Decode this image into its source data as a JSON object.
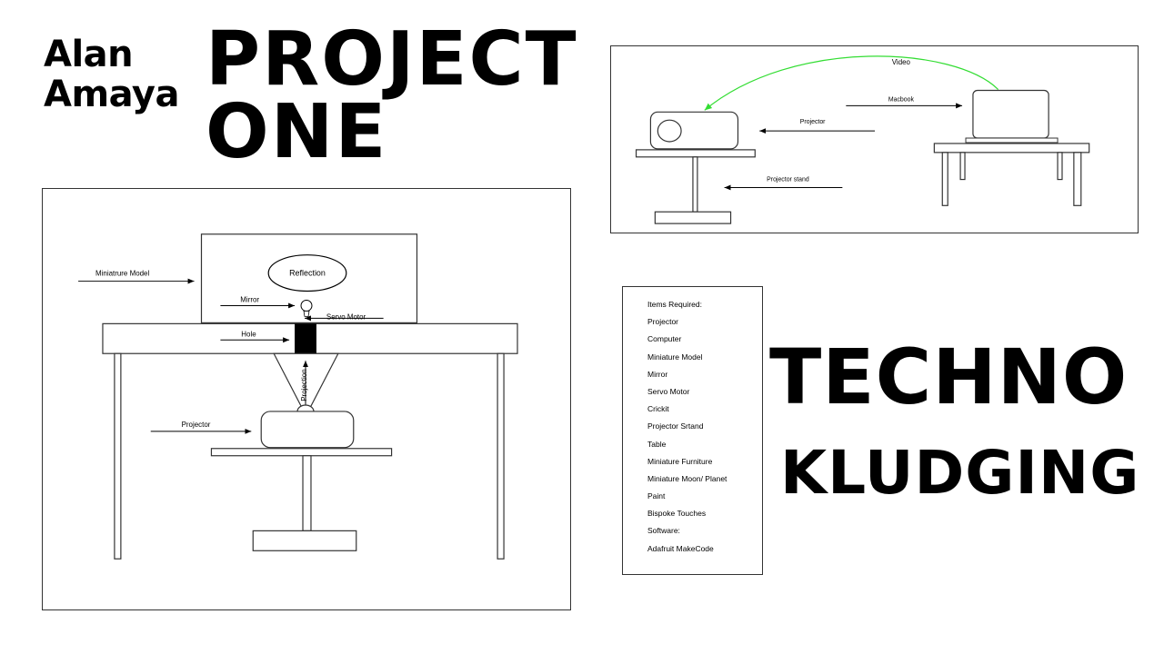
{
  "author": {
    "first": "Alan",
    "last": "Amaya"
  },
  "title": {
    "line1": "PROJECT",
    "line2": "ONE"
  },
  "subtitle": {
    "line1": "TECHNO",
    "line2": "KLUDGING"
  },
  "main_diagram": {
    "miniature_model": "Miniatrure Model",
    "reflection": "Reflection",
    "mirror": "Mirror",
    "servo_motor": "Servo Motor",
    "hole": "Hole",
    "projection": "Projection",
    "projector": "Projector"
  },
  "side_diagram": {
    "video": "Video",
    "macbook": "Macbook",
    "projector": "Projector",
    "projector_stand": "Projector stand",
    "video_arrow_color": "#33dd33"
  },
  "items_list": [
    "Items Required:",
    "Projector",
    "Computer",
    "Miniature Model",
    "Mirror",
    "Servo Motor",
    "Crickit",
    "Projector Srtand",
    "Table",
    "Miniature Furniture",
    "Miniature Moon/ Planet",
    "Paint",
    "Bispoke Touches",
    "Software:",
    "Adafruit MakeCode"
  ]
}
